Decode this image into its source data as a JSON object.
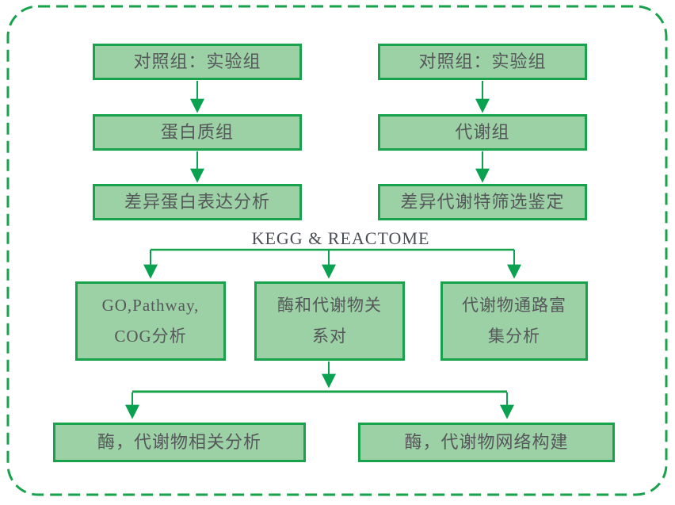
{
  "flow": {
    "left_branch": {
      "steps": [
        "对照组：实验组",
        "蛋白质组",
        "差异蛋白表达分析"
      ]
    },
    "right_branch": {
      "steps": [
        "对照组：实验组",
        "代谢组",
        "差异代谢特筛选鉴定"
      ]
    },
    "junction_label": "KEGG & REACTOME",
    "analysis_row": [
      {
        "line1": "GO,Pathway,",
        "line2": "COG分析"
      },
      {
        "line1": "酶和代谢物关",
        "line2": "系对"
      },
      {
        "line1": "代谢物通路富",
        "line2": "集分析"
      }
    ],
    "result_row": [
      "酶，代谢物相关分析",
      "酶，代谢物网络构建"
    ]
  },
  "colors": {
    "box_fill": "#9cd0a5",
    "box_border": "#17a24b",
    "connector_green": "#0aa150",
    "frame_dash_green": "#17a24b",
    "box_text": "#55575a",
    "junction_text": "#4c4e55"
  }
}
